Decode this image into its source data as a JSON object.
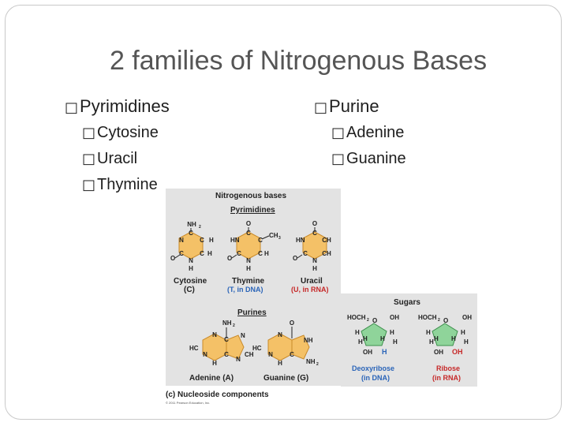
{
  "title": "2 families of Nitrogenous Bases",
  "bullet_char": "□",
  "left_column": {
    "heading": "Pyrimidines",
    "items": [
      "Cytosine",
      "Uracil",
      "Thymine"
    ]
  },
  "right_column": {
    "heading": "Purine",
    "items": [
      "Adenine",
      "Guanine"
    ]
  },
  "figure": {
    "heading": "Nitrogenous bases",
    "pyrimidines_title": "Pyrimidines",
    "purines_title": "Purines",
    "cytosine_name": "Cytosine",
    "cytosine_abbr": "(C)",
    "thymine_name": "Thymine",
    "thymine_note": "(T, in DNA)",
    "uracil_name": "Uracil",
    "uracil_note": "(U, in RNA)",
    "adenine_label": "Adenine (A)",
    "guanine_label": "Guanine (G)",
    "caption": "(c) Nucleoside components",
    "copyright": "© 2011 Pearson Education, Inc."
  },
  "sugars": {
    "title": "Sugars",
    "deoxy_name": "Deoxyribose",
    "deoxy_note": "(in DNA)",
    "ribose_name": "Ribose",
    "ribose_note": "(in RNA)"
  },
  "colors": {
    "base_ring": "#f4c167",
    "sugar_ring": "#8fd49a",
    "blue": "#2a64b8",
    "red": "#c62828"
  }
}
